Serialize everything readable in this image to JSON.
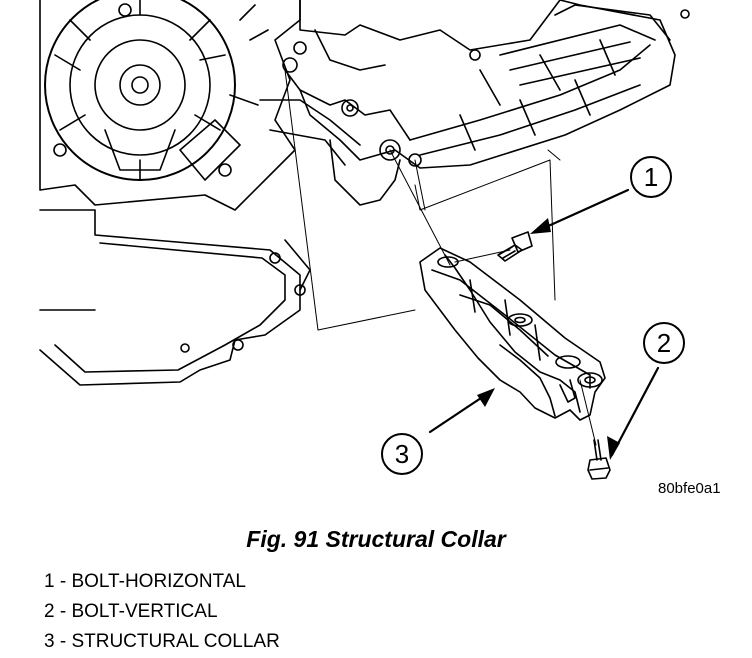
{
  "figure": {
    "code": "80bfe0a1",
    "title": "Fig. 91 Structural Collar"
  },
  "callouts": [
    {
      "number": "1"
    },
    {
      "number": "2"
    },
    {
      "number": "3"
    }
  ],
  "legend": [
    {
      "text": "1 - BOLT-HORIZONTAL"
    },
    {
      "text": "2 - BOLT-VERTICAL"
    },
    {
      "text": "3 - STRUCTURAL COLLAR"
    }
  ]
}
